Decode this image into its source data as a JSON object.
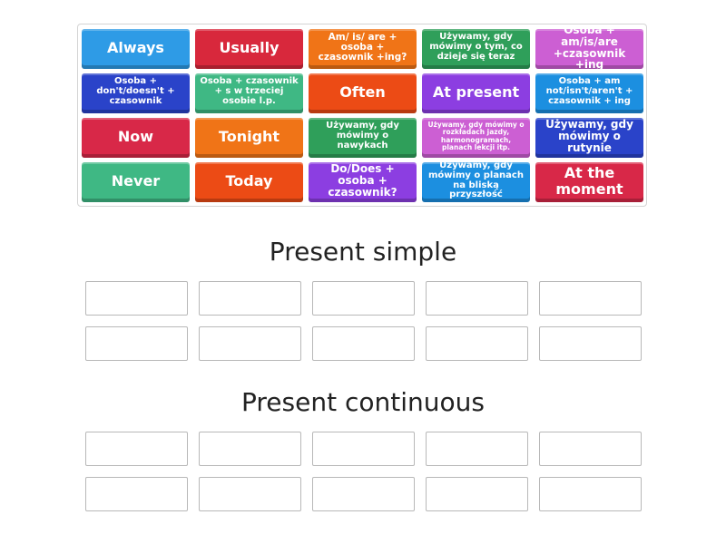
{
  "colors": {
    "blue": "#2e9be6",
    "red": "#d8283c",
    "orange": "#f07417",
    "green": "#2f9f5a",
    "pink": "#cc5fd3",
    "navy": "#2a43c9",
    "mint": "#3fb884",
    "orangered": "#ec4b15",
    "purple": "#8c3ee1",
    "skyblue": "#1c8fe0",
    "crimson": "#d82848"
  },
  "tiles": [
    {
      "text": "Always",
      "color": "blue",
      "size": "fs-lg"
    },
    {
      "text": "Usually",
      "color": "red",
      "size": "fs-lg"
    },
    {
      "text": "Am/ is/ are + osoba + czasownik +ing?",
      "color": "orange",
      "size": "fs-sm"
    },
    {
      "text": "Używamy, gdy mówimy o tym, co dzieje się teraz",
      "color": "green",
      "size": "fs-xs"
    },
    {
      "text": "Osoba + am/is/are +czasownik +ing",
      "color": "pink",
      "size": "fs-md"
    },
    {
      "text": "Osoba + don't/doesn't + czasownik",
      "color": "navy",
      "size": "fs-xs"
    },
    {
      "text": "Osoba + czasownik + s w trzeciej osobie l.p.",
      "color": "mint",
      "size": "fs-xs"
    },
    {
      "text": "Often",
      "color": "orangered",
      "size": "fs-lg"
    },
    {
      "text": "At present",
      "color": "purple",
      "size": "fs-lg"
    },
    {
      "text": "Osoba + am not/isn't/aren't + czasownik + ing",
      "color": "skyblue",
      "size": "fs-xs"
    },
    {
      "text": "Now",
      "color": "crimson",
      "size": "fs-lg"
    },
    {
      "text": "Tonight",
      "color": "orange",
      "size": "fs-lg"
    },
    {
      "text": "Używamy, gdy mówimy o nawykach",
      "color": "green",
      "size": "fs-xs"
    },
    {
      "text": "Używamy, gdy mówimy o rozkładach jazdy, harmonogramach, planach lekcji itp.",
      "color": "pink",
      "size": "fs-xxs"
    },
    {
      "text": "Używamy, gdy mówimy o rutynie",
      "color": "navy",
      "size": "fs-md"
    },
    {
      "text": "Never",
      "color": "mint",
      "size": "fs-lg"
    },
    {
      "text": "Today",
      "color": "orangered",
      "size": "fs-lg"
    },
    {
      "text": "Do/Does + osoba + czasownik?",
      "color": "purple",
      "size": "fs-md"
    },
    {
      "text": "Używamy, gdy mówimy o planach na bliską przyszłość",
      "color": "skyblue",
      "size": "fs-xs"
    },
    {
      "text": "At the moment",
      "color": "crimson",
      "size": "fs-lg"
    }
  ],
  "sections": [
    {
      "title": "Present simple",
      "slot_count": 10
    },
    {
      "title": "Present continuous",
      "slot_count": 10
    }
  ]
}
